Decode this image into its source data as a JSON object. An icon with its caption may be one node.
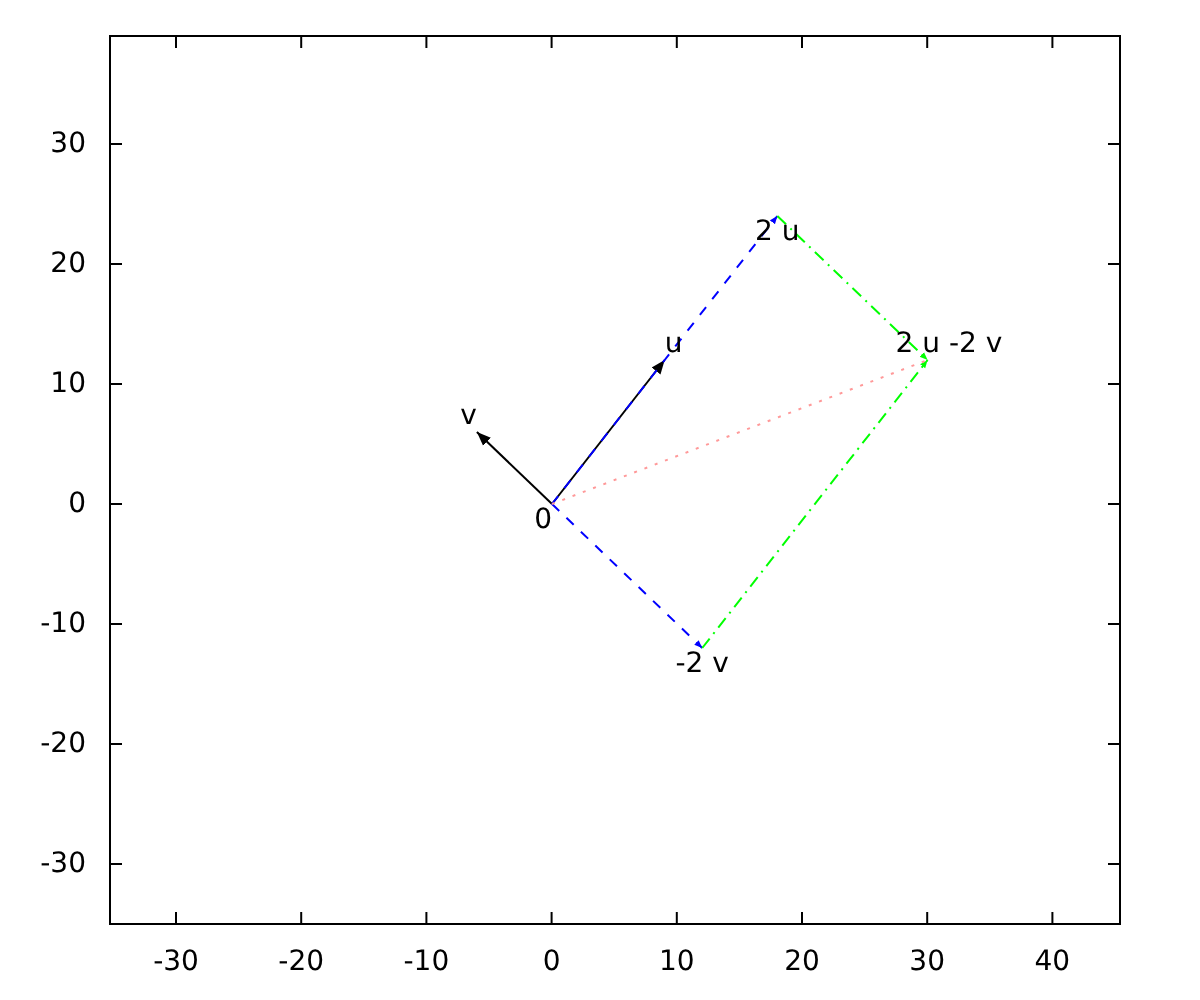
{
  "diagram": {
    "nodes": [
      {
        "text": [
          "0"
        ]
      },
      {
        "text": [
          "u"
        ]
      },
      {
        "text": [
          "v"
        ]
      },
      {
        "text": [
          "2 u"
        ]
      },
      {
        "text": [
          "-2 v"
        ]
      },
      {
        "text": [
          "2 u -2 v"
        ]
      }
    ],
    "edges": [
      {
        "from": 0,
        "to": 1,
        "arrow": "to"
      },
      {
        "from": 0,
        "to": 2,
        "arrow": "to"
      },
      {
        "from": 0,
        "to": 3,
        "arrow": "to",
        "style": "dashed",
        "color": "#0000ff"
      },
      {
        "from": 0,
        "to": 4,
        "arrow": "to",
        "style": "dashed",
        "color": "#0000ff"
      },
      {
        "from": 3,
        "to": 5,
        "arrow": "to",
        "style": "dashed",
        "color": "#00ff00"
      },
      {
        "from": 4,
        "to": 5,
        "arrow": "to",
        "style": "dashed",
        "color": "#00ff00"
      },
      {
        "from": 0,
        "to": 5,
        "arrow": "none",
        "style": "dashed",
        "color": "#ff9999"
      }
    ],
    "labels": [
      "30",
      "20",
      "10",
      "0",
      "-10",
      "-20",
      "-30",
      "-30",
      "-20",
      "-10",
      "0",
      "10",
      "20",
      "30",
      "40"
    ]
  }
}
